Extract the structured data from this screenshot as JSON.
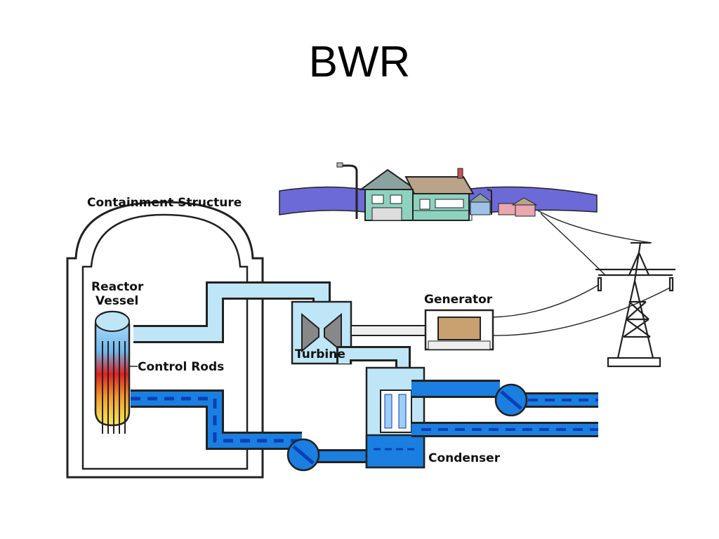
{
  "slide": {
    "title": "BWR"
  },
  "labels": {
    "containment": "Containment Structure",
    "reactor_line1": "Reactor",
    "reactor_line2": "Vessel",
    "control_rods": "Control Rods",
    "generator": "Generator",
    "turbine": "Turbine",
    "condenser": "Condenser"
  },
  "colors": {
    "steam": "#bfe6f7",
    "water": "#1a7fe0",
    "water_dash": "#0b3fb5",
    "outline": "#222222",
    "land": "#6c6ad6",
    "fuel_hot": "#e02020",
    "fuel_warm": "#f7e64a"
  }
}
